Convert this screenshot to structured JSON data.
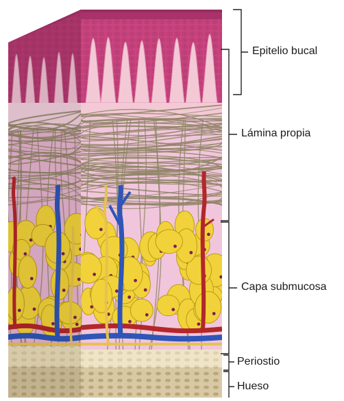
{
  "labels": {
    "epitelio": "Epitelio bucal",
    "lamina": "Lámina propia",
    "submucosa": "Capa submucosa",
    "periostio": "Periostio",
    "hueso": "Hueso"
  },
  "colors": {
    "epithelium": "#c9447e",
    "epithelium_top": "#a8326a",
    "papilla": "#f3c9d6",
    "lamina": "#f1c6dc",
    "fiber": "#8f8466",
    "fat": "#f2d23a",
    "fat_edge": "#b99b17",
    "vein": "#2f55b8",
    "artery": "#b3262a",
    "nerve": "#e6c24f",
    "periosteum": "#efe4c6",
    "bone": "#d8c9a4"
  }
}
